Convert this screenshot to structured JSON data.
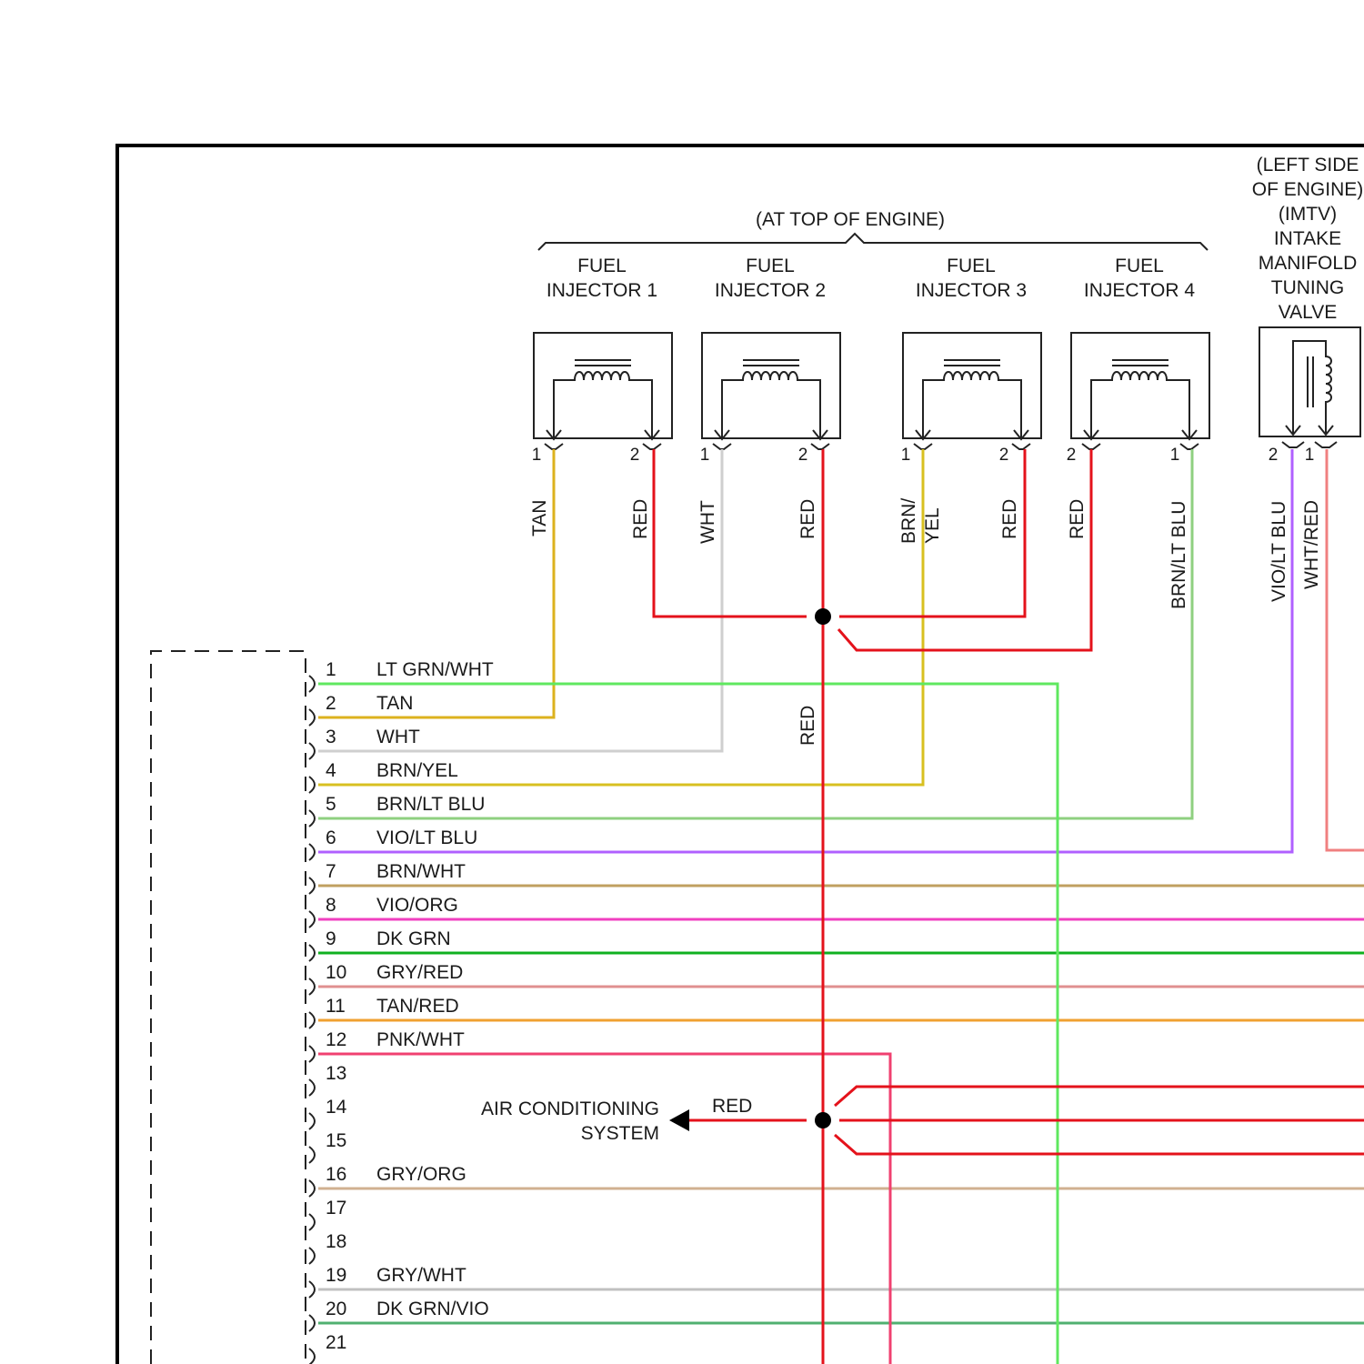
{
  "header": {
    "top_of_engine": "(AT TOP OF ENGINE)",
    "left_side_lines": [
      "(LEFT SIDE",
      "OF ENGINE)",
      "(IMTV)",
      "INTAKE",
      "MANIFOLD",
      "TUNING",
      "VALVE"
    ]
  },
  "injectors": [
    {
      "lines": [
        "FUEL",
        "INJECTOR 1"
      ],
      "pins": [
        "1",
        "2"
      ],
      "wires": [
        "TAN",
        "RED"
      ]
    },
    {
      "lines": [
        "FUEL",
        "INJECTOR 2"
      ],
      "pins": [
        "1",
        "2"
      ],
      "wires": [
        "WHT",
        "RED"
      ]
    },
    {
      "lines": [
        "FUEL",
        "INJECTOR 3"
      ],
      "pins": [
        "1",
        "2"
      ],
      "wires": [
        "BRN/ YEL",
        "RED"
      ]
    },
    {
      "lines": [
        "FUEL",
        "INJECTOR 4"
      ],
      "pins": [
        "2",
        "1"
      ],
      "wires": [
        "RED",
        "BRN/LT BLU"
      ]
    }
  ],
  "imtv": {
    "pins": [
      "2",
      "1"
    ],
    "wires": [
      "VIO/LT BLU",
      "WHT/RED"
    ]
  },
  "red_trunk_label": "RED",
  "ac": {
    "lines": [
      "AIR CONDITIONING",
      "SYSTEM"
    ],
    "wire": "RED"
  },
  "connector_pins": [
    {
      "num": "1",
      "color": "LT GRN/WHT"
    },
    {
      "num": "2",
      "color": "TAN"
    },
    {
      "num": "3",
      "color": "WHT"
    },
    {
      "num": "4",
      "color": "BRN/YEL"
    },
    {
      "num": "5",
      "color": "BRN/LT BLU"
    },
    {
      "num": "6",
      "color": "VIO/LT BLU"
    },
    {
      "num": "7",
      "color": "BRN/WHT"
    },
    {
      "num": "8",
      "color": "VIO/ORG"
    },
    {
      "num": "9",
      "color": "DK GRN"
    },
    {
      "num": "10",
      "color": "GRY/RED"
    },
    {
      "num": "11",
      "color": "TAN/RED"
    },
    {
      "num": "12",
      "color": "PNK/WHT"
    },
    {
      "num": "13",
      "color": ""
    },
    {
      "num": "14",
      "color": ""
    },
    {
      "num": "15",
      "color": ""
    },
    {
      "num": "16",
      "color": "GRY/ORG"
    },
    {
      "num": "17",
      "color": ""
    },
    {
      "num": "18",
      "color": ""
    },
    {
      "num": "19",
      "color": "GRY/WHT"
    },
    {
      "num": "20",
      "color": "DK GRN/VIO"
    },
    {
      "num": "21",
      "color": ""
    }
  ],
  "colors": {
    "red": "#e4121b",
    "tan": "#dcb21e",
    "white_wire": "#cfcfcf",
    "lt_grn_wht": "#5fe85f",
    "brn_yel": "#d8c020",
    "brn_lt_blu": "#8fd080",
    "vio_lt_blu": "#b060ff",
    "brn_wht": "#c0a060",
    "vio_org": "#f040c0",
    "dk_grn": "#10b020",
    "gry_red": "#e09090",
    "tan_red": "#f0a030",
    "pnk_wht": "#f04070",
    "gry_org": "#d0b090",
    "gry_wht": "#c0c0c0",
    "dk_grn_vio": "#50b070",
    "wht_red": "#f08080"
  }
}
